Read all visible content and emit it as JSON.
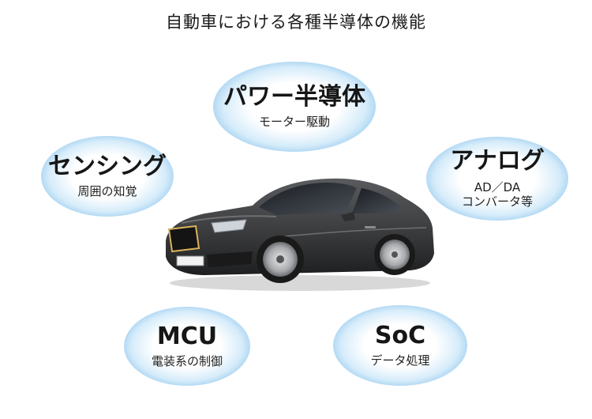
{
  "title": "自動車における各種半導体の機能",
  "bubbles": {
    "power": {
      "main": "パワー半導体",
      "sub": "モーター駆動"
    },
    "sensing": {
      "main": "センシング",
      "sub": "周囲の知覚"
    },
    "analog": {
      "main": "アナログ",
      "sub": "AD／DA",
      "sub2": "コンバータ等"
    },
    "mcu": {
      "main": "MCU",
      "sub": "電装系の制御"
    },
    "soc": {
      "main": "SoC",
      "sub": "データ処理"
    }
  },
  "colors": {
    "bubble_edge": "#2f8fdb",
    "bubble_mid": "#7fbdea",
    "car_body": "#3e3f41",
    "grille_trim": "#d9b25a"
  }
}
